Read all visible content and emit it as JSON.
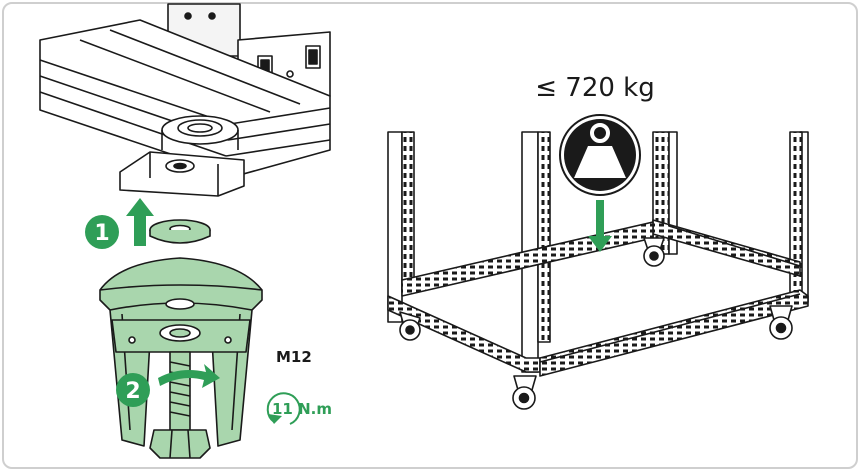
{
  "load_label": "≤ 720 kg",
  "step_1": "1",
  "step_2": "2",
  "bolt_size": "M12",
  "torque": "11 N.m",
  "colors": {
    "accent_green": "#2f9e57",
    "part_fill": "#a9d6ad",
    "ink": "#1a1a1a",
    "frame_border": "#cfcfcf"
  }
}
